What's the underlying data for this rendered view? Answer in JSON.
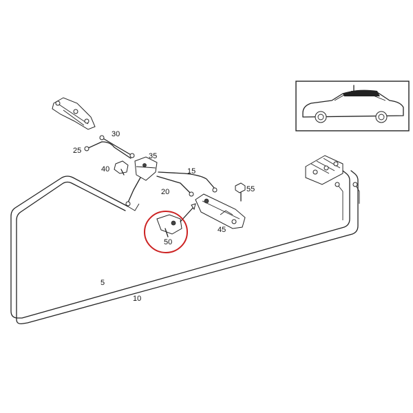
{
  "diagram": {
    "part_labels": [
      {
        "id": "p30",
        "text": "30"
      },
      {
        "id": "p25",
        "text": "25"
      },
      {
        "id": "p35",
        "text": "35"
      },
      {
        "id": "p40",
        "text": "40"
      },
      {
        "id": "p15",
        "text": "15"
      },
      {
        "id": "p20",
        "text": "20"
      },
      {
        "id": "p55",
        "text": "55"
      },
      {
        "id": "p45",
        "text": "45"
      },
      {
        "id": "p50",
        "text": "50"
      },
      {
        "id": "p5",
        "text": "5"
      },
      {
        "id": "p10",
        "text": "10"
      }
    ],
    "highlight": {
      "part": "50",
      "color": "#cc2222"
    },
    "colors": {
      "line": "#222222",
      "background": "#ffffff"
    },
    "inset": {
      "icon": "convertible-car-icon"
    }
  }
}
